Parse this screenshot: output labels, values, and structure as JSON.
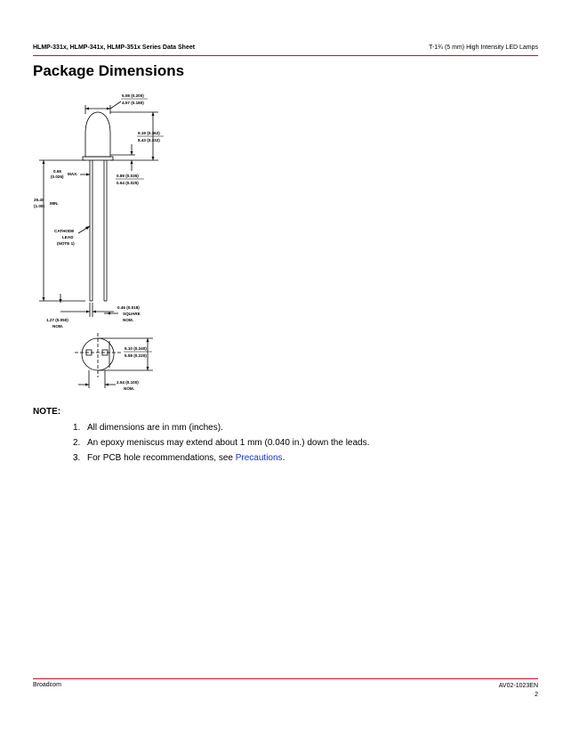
{
  "header": {
    "left": "HLMP-331x, HLMP-341x, HLMP-351x Series Data Sheet",
    "right": "T-1¾ (5 mm) High Intensity LED Lamps"
  },
  "title": "Package Dimensions",
  "drawing": {
    "dim_width_1": "5.08 (0.200)",
    "dim_width_2": "4.57 (0.180)",
    "dim_height_1": "9.19 (0.362)",
    "dim_height_2": "8.43 (0.332)",
    "dim_meniscus_1": "0.65",
    "dim_meniscus_2": "(0.026)",
    "dim_meniscus_3": "MAX.",
    "dim_flange_1": "0.89 (0.035)",
    "dim_flange_2": "0.64 (0.025)",
    "dim_lead_1": "25.40",
    "dim_lead_2": "(1.00)",
    "dim_lead_3": "MIN.",
    "cathode_1": "CATHODE",
    "cathode_2": "LEAD",
    "cathode_3": "(NOTE 1)",
    "dim_square_1": "0.46 (0.018)",
    "dim_square_2": "SQUARE",
    "dim_square_3": "NOM.",
    "dim_spacing_1": "1.27 (0.050)",
    "dim_spacing_2": "NOM.",
    "dim_dia_1": "6.10 (0.240)",
    "dim_dia_2": "5.59 (0.220)",
    "dim_pitch_1": "2.54 (0.100)",
    "dim_pitch_2": "NOM."
  },
  "note_heading": "NOTE:",
  "notes": [
    {
      "num": "1.",
      "text": "All dimensions are in mm (inches)."
    },
    {
      "num": "2.",
      "text": "An epoxy meniscus may extend about 1 mm (0.040 in.) down the leads."
    },
    {
      "num": "3.",
      "text": "For PCB hole recommendations, see ",
      "link": "Precautions",
      "tail": "."
    }
  ],
  "footer": {
    "left": "Broadcom",
    "right": "AV02-1023EN",
    "page": "2"
  },
  "colors": {
    "rule": "#c8102e",
    "link": "#1a32c8"
  }
}
